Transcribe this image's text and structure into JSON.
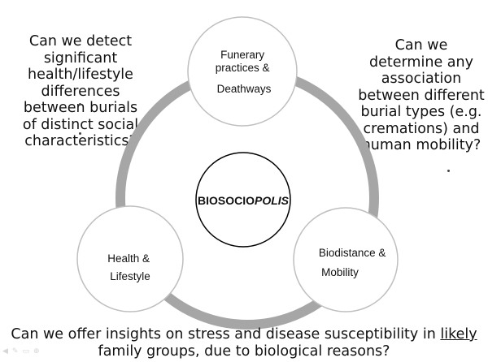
{
  "questions": {
    "left": [
      "Can we detect",
      "significant",
      "health/lifestyle",
      "differences",
      "between burials",
      "of distinct social",
      "characteristics?"
    ],
    "right": [
      "Can we",
      "determine any",
      "association",
      "between different",
      "burial types (e.g.",
      "cremations) and",
      "human mobility?"
    ],
    "bottom": {
      "line1_before": "Can we offer insights on stress and disease susceptibility in ",
      "line1_underlined": "likely",
      "line2": "family groups, due to biological reasons?"
    }
  },
  "diagram": {
    "center": {
      "prefix": "BIOSOCIO",
      "suffix": "POLIS"
    },
    "nodes": {
      "top": [
        "Funerary",
        "practices &",
        "Deathways"
      ],
      "bottom_left": [
        "Health &",
        "Lifestyle"
      ],
      "bottom_right": [
        "Biodistance &",
        "Mobility"
      ]
    },
    "colors": {
      "ring": "#a6a6a6",
      "node_fill": "#ffffff",
      "node_stroke": "#bfbfbf",
      "center_stroke": "#000000"
    }
  },
  "toolbar": {
    "icons": [
      "previous-slide-icon",
      "pen-icon",
      "slides-icon",
      "zoom-icon"
    ]
  }
}
